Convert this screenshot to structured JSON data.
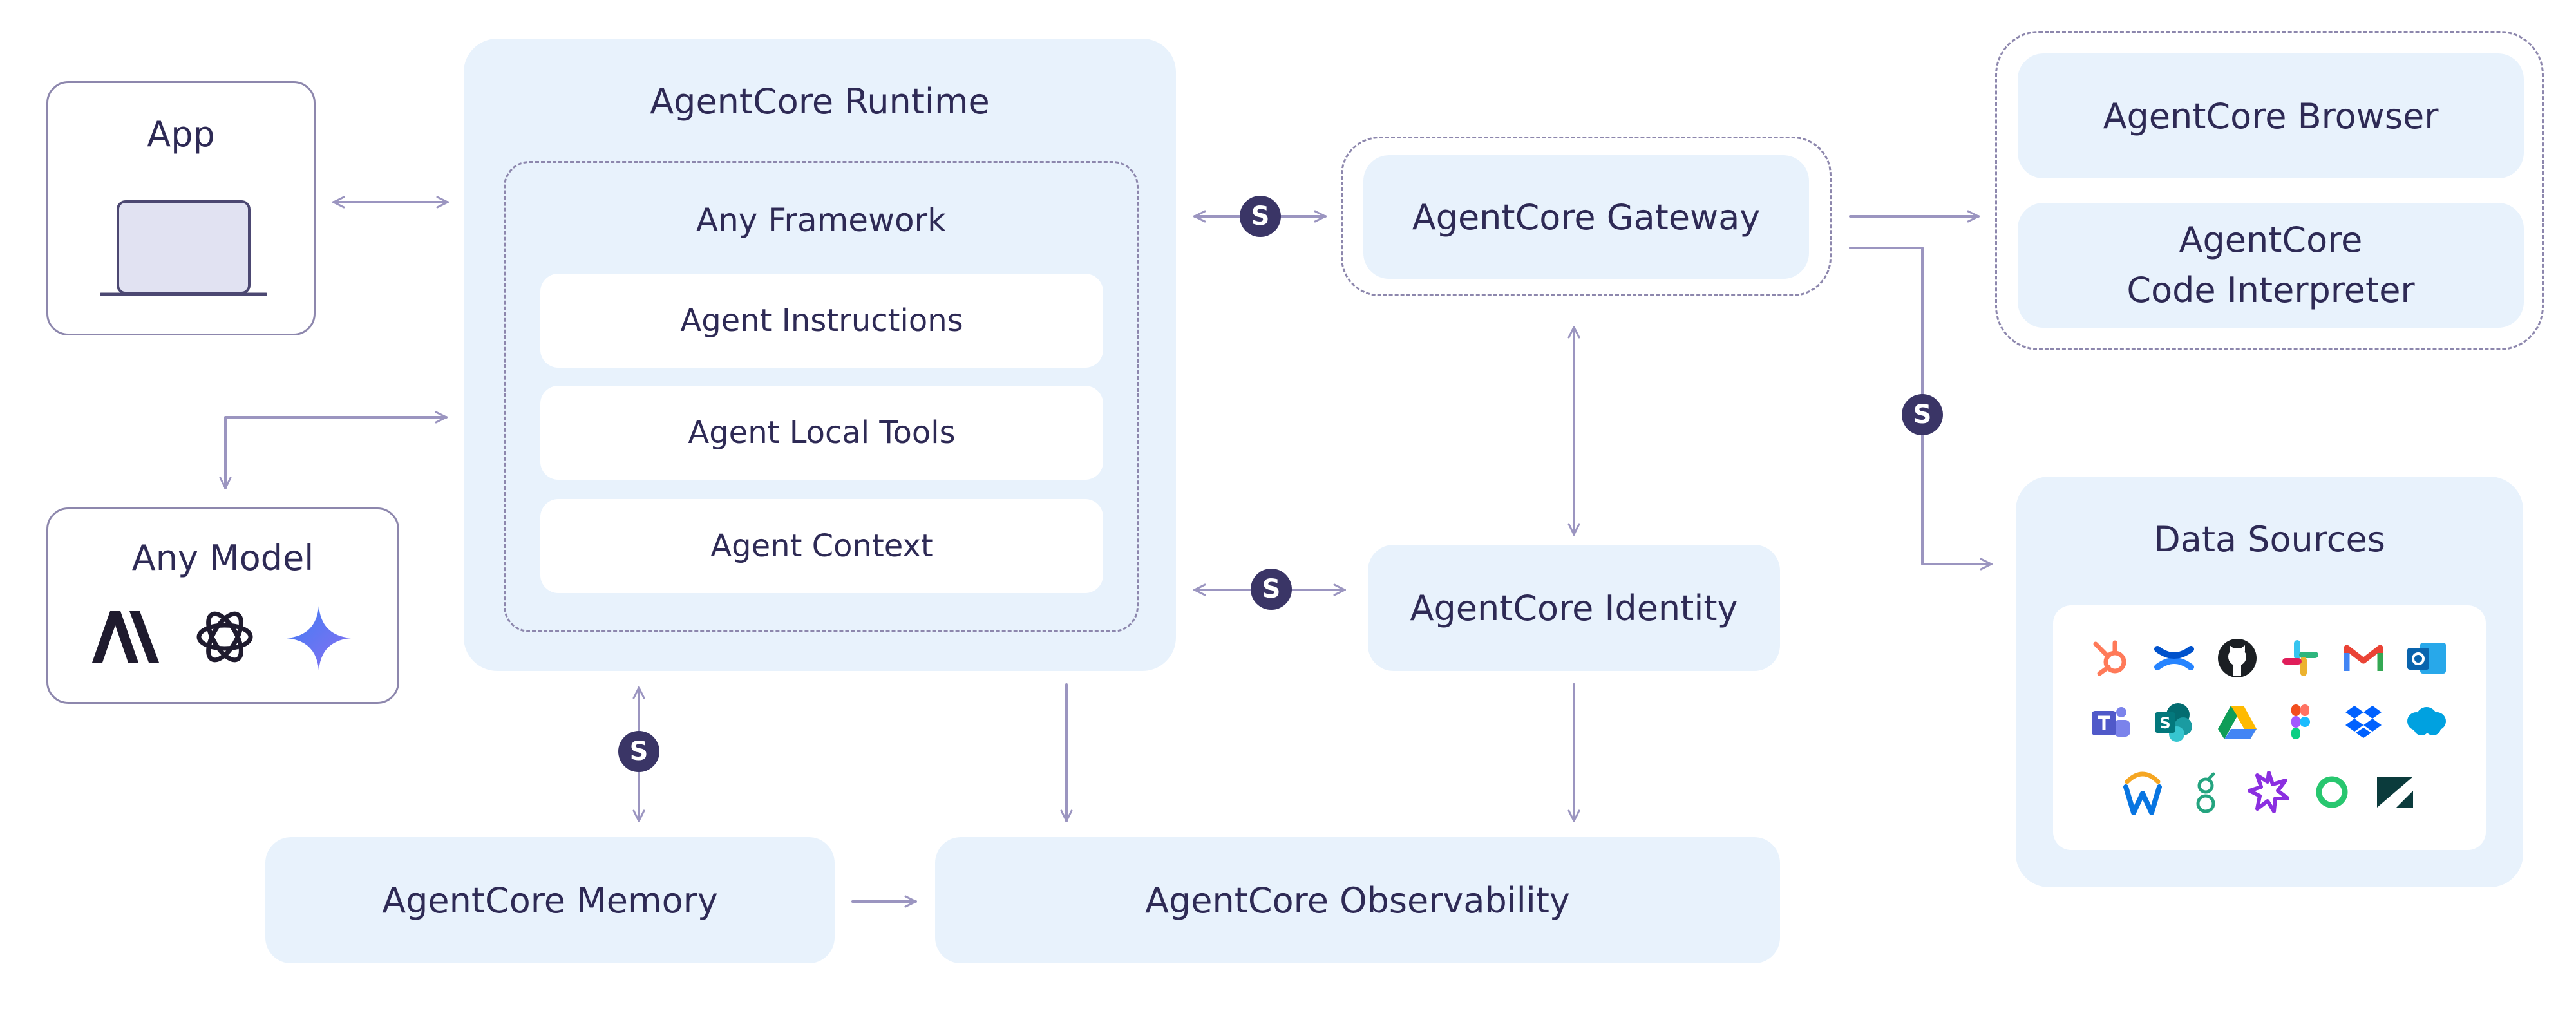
{
  "app": {
    "title": "App"
  },
  "any_model": {
    "title": "Any Model"
  },
  "runtime": {
    "title": "AgentCore Runtime",
    "framework_title": "Any Framework",
    "items": [
      "Agent Instructions",
      "Agent Local Tools",
      "Agent Context"
    ]
  },
  "gateway": {
    "title": "AgentCore Gateway"
  },
  "identity": {
    "title": "AgentCore Identity"
  },
  "memory": {
    "title": "AgentCore Memory"
  },
  "observability": {
    "title": "AgentCore Observability"
  },
  "browser": {
    "title": "AgentCore Browser"
  },
  "code_interpreter": {
    "title_line1": "AgentCore",
    "title_line2": "Code Interpreter"
  },
  "data_sources": {
    "title": "Data Sources",
    "icons": [
      "hubspot-icon",
      "confluence-icon",
      "github-icon",
      "slack-icon",
      "gmail-icon",
      "outlook-icon",
      "teams-icon",
      "sharepoint-icon",
      "google-drive-icon",
      "figma-icon",
      "dropbox-icon",
      "salesforce-icon",
      "workday-icon",
      "greenhouse-icon",
      "asana-icon",
      "okta-icon",
      "zendesk-icon"
    ]
  },
  "badge": {
    "label": "S"
  },
  "colors": {
    "card_fill": "#e8f2fc",
    "text": "#2e2a55",
    "border": "#8d87ad",
    "arrow": "#9b95c0",
    "badge_fill": "#3a3566"
  }
}
